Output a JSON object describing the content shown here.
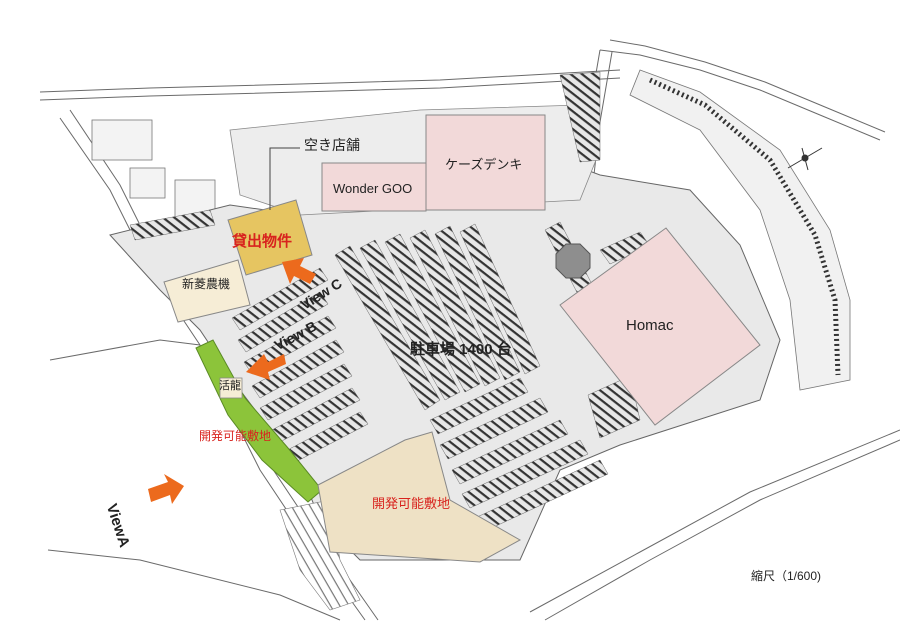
{
  "labels": {
    "vacant_store": "空き店舗",
    "wonder_goo": "Wonder GOO",
    "ks_denki": "ケーズデンキ",
    "rental_property": "貸出物件",
    "shinryo_nouki": "新菱農機",
    "homac": "Homac",
    "parking": "駐車場 1400 台",
    "katsuno": "活龍",
    "dev_land_left": "開発可能敷地",
    "dev_land_bottom": "開発可能敷地",
    "scale": "縮尺（1/600)"
  },
  "views": {
    "a": "ViewA",
    "b": "View B",
    "c": "View C"
  },
  "colors": {
    "building_pink": "#f2d9d9",
    "rental_yellow": "#e6c561",
    "cream": "#f6edd6",
    "green": "#8cc43a",
    "beige": "#eee1c5",
    "arrow_orange": "#ec6a1d",
    "text_red": "#d8231e",
    "lot_gray": "#e7e7e7",
    "road_gray": "#d9d9d9"
  },
  "icons": [
    "compass-icon",
    "view-arrow-icon",
    "roundabout-icon"
  ]
}
